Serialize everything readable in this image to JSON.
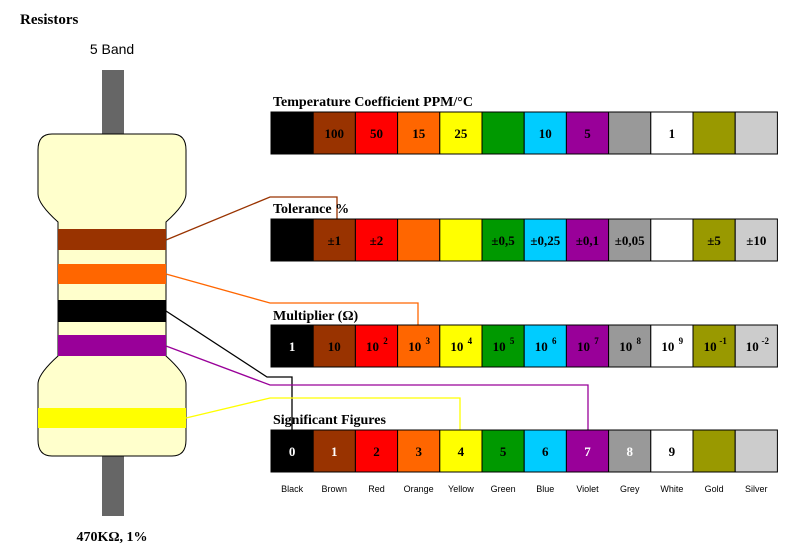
{
  "title": "Resistors",
  "band_count_label": "5 Band",
  "resistor_value_label": "470KΩ, 1%",
  "colors": {
    "black": "#000000",
    "brown": "#993300",
    "red": "#ff0000",
    "orange": "#ff6600",
    "yellow": "#ffff00",
    "green": "#009900",
    "blue": "#00ccff",
    "violet": "#990099",
    "grey": "#999999",
    "white": "#ffffff",
    "gold": "#999900",
    "silver": "#cccccc",
    "resistor_body": "#ffffcc",
    "lead": "#666666"
  },
  "color_names": [
    "Black",
    "Brown",
    "Red",
    "Orange",
    "Yellow",
    "Green",
    "Blue",
    "Violet",
    "Grey",
    "White",
    "Gold",
    "Silver"
  ],
  "resistor_bands": [
    "brown",
    "orange",
    "black",
    "violet",
    "yellow"
  ],
  "tables": [
    {
      "id": "tempco",
      "label": "Temperature Coefficient PPM/°C",
      "cells": [
        {
          "color": "black",
          "text": ""
        },
        {
          "color": "brown",
          "text": "100"
        },
        {
          "color": "red",
          "text": "50"
        },
        {
          "color": "orange",
          "text": "15"
        },
        {
          "color": "yellow",
          "text": "25"
        },
        {
          "color": "green",
          "text": ""
        },
        {
          "color": "blue",
          "text": "10"
        },
        {
          "color": "violet",
          "text": "5"
        },
        {
          "color": "grey",
          "text": ""
        },
        {
          "color": "white",
          "text": "1"
        },
        {
          "color": "gold",
          "text": ""
        },
        {
          "color": "silver",
          "text": ""
        }
      ]
    },
    {
      "id": "tolerance",
      "label": "Tolerance %",
      "cells": [
        {
          "color": "black",
          "text": ""
        },
        {
          "color": "brown",
          "text": "±1"
        },
        {
          "color": "red",
          "text": "±2"
        },
        {
          "color": "orange",
          "text": ""
        },
        {
          "color": "yellow",
          "text": ""
        },
        {
          "color": "green",
          "text": "±0,5"
        },
        {
          "color": "blue",
          "text": "±0,25"
        },
        {
          "color": "violet",
          "text": "±0,1"
        },
        {
          "color": "grey",
          "text": "±0,05"
        },
        {
          "color": "white",
          "text": ""
        },
        {
          "color": "gold",
          "text": "±5"
        },
        {
          "color": "silver",
          "text": "±10"
        }
      ]
    },
    {
      "id": "multiplier",
      "label": "Multiplier (Ω)",
      "cells": [
        {
          "color": "black",
          "text": "1",
          "sup": ""
        },
        {
          "color": "brown",
          "text": "10",
          "sup": ""
        },
        {
          "color": "red",
          "text": "10",
          "sup": "2"
        },
        {
          "color": "orange",
          "text": "10",
          "sup": "3"
        },
        {
          "color": "yellow",
          "text": "10",
          "sup": "4"
        },
        {
          "color": "green",
          "text": "10",
          "sup": "5"
        },
        {
          "color": "blue",
          "text": "10",
          "sup": "6"
        },
        {
          "color": "violet",
          "text": "10",
          "sup": "7"
        },
        {
          "color": "grey",
          "text": "10",
          "sup": "8"
        },
        {
          "color": "white",
          "text": "10",
          "sup": "9"
        },
        {
          "color": "gold",
          "text": "10",
          "sup": "-1"
        },
        {
          "color": "silver",
          "text": "10",
          "sup": "-2"
        }
      ]
    },
    {
      "id": "figures",
      "label": "Significant Figures",
      "cells": [
        {
          "color": "black",
          "text": "0"
        },
        {
          "color": "brown",
          "text": "1"
        },
        {
          "color": "red",
          "text": "2"
        },
        {
          "color": "orange",
          "text": "3"
        },
        {
          "color": "yellow",
          "text": "4"
        },
        {
          "color": "green",
          "text": "5"
        },
        {
          "color": "blue",
          "text": "6"
        },
        {
          "color": "violet",
          "text": "7"
        },
        {
          "color": "grey",
          "text": "8"
        },
        {
          "color": "white",
          "text": "9"
        },
        {
          "color": "gold",
          "text": ""
        },
        {
          "color": "silver",
          "text": ""
        }
      ]
    }
  ]
}
